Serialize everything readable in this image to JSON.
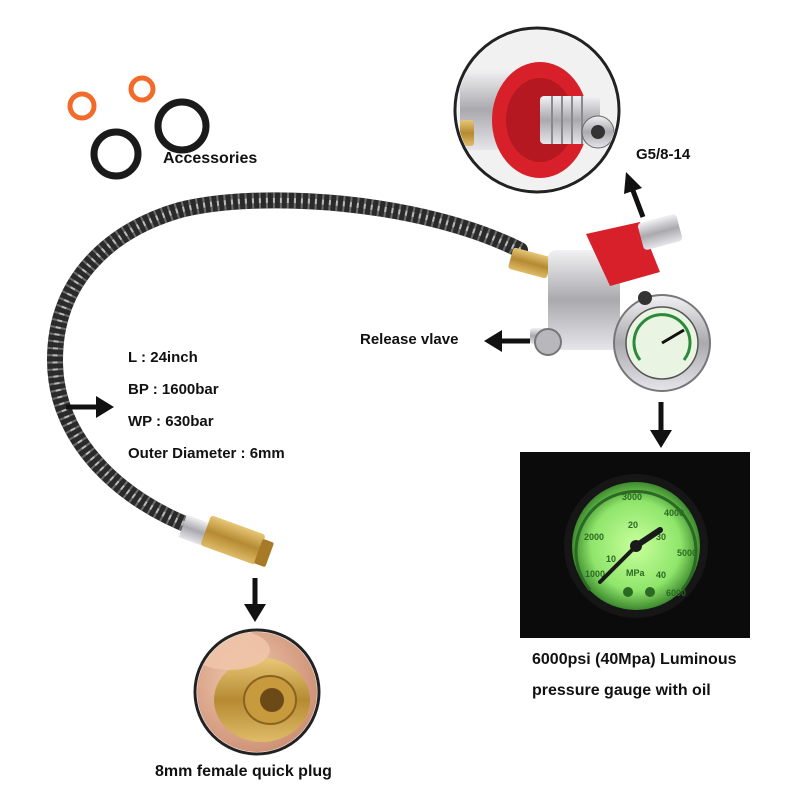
{
  "accessories_label": "Accessories",
  "thread_label": "G5/8-14",
  "release_valve_label": "Release vlave",
  "hose_specs": {
    "length": "L : 24inch",
    "burst_pressure": "BP : 1600bar",
    "working_pressure": "WP : 630bar",
    "outer_diameter": "Outer Diameter : 6mm"
  },
  "gauge_caption_line1": "6000psi (40Mpa) Luminous",
  "gauge_caption_line2": "pressure gauge with oil",
  "plug_caption": "8mm female quick plug",
  "gauge_scale": {
    "psi_ticks": [
      "1000",
      "2000",
      "3000",
      "4000",
      "5000",
      "6000"
    ],
    "mpa_ticks": [
      "10",
      "20",
      "30",
      "40"
    ],
    "unit_label": "MPa"
  },
  "colors": {
    "hose": "#2a2a2a",
    "red_knob": "#d8202a",
    "brass": "#c9a24a",
    "steel": "#c8c8cc",
    "glow_green": "#9cf07a",
    "oring_orange": "#f26b2a",
    "oring_black": "#1a1a1a"
  }
}
